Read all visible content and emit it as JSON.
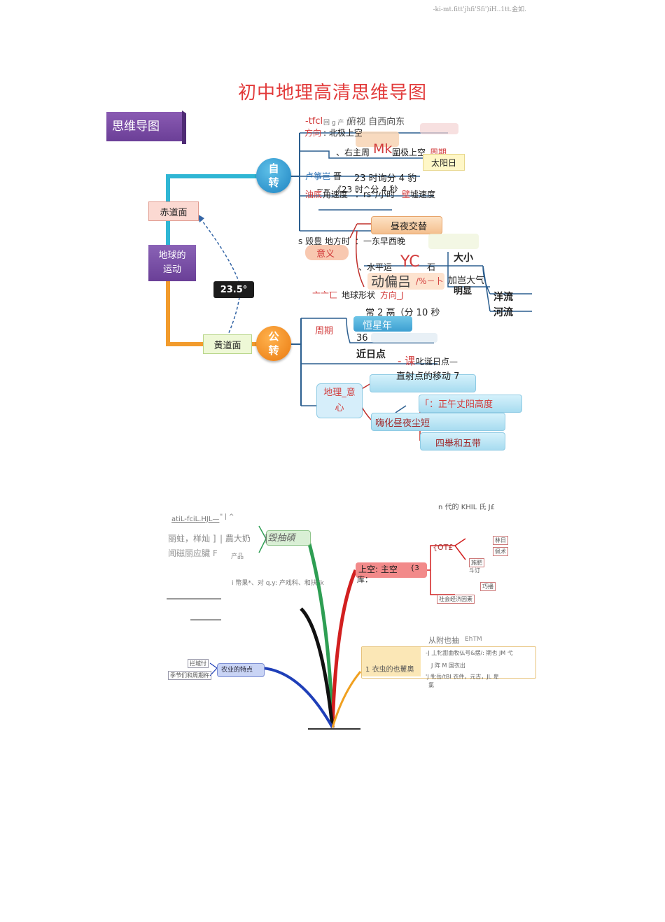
{
  "header": {
    "text": "-ki-mt.fitt'jhfi'Sfi')iH..1tt.金如."
  },
  "title": "初中地理高清思维导图",
  "badge": "思维导图",
  "map1": {
    "equator": "赤道面",
    "center": "地球的\n运动",
    "angle": "23.5°",
    "ecliptic": "黄道面",
    "rotation_node": "自\n转",
    "revolution_node": "公\n转",
    "rot": {
      "r1": "-tfcl",
      "r1b": "回 g 产 ]",
      "r1c": "俯视 自西向东",
      "r2a": "方向",
      "r2b": ": 北极上空",
      "r3a": "、右主周",
      "r3b": "Mk",
      "r3c": "圍极上空",
      "r3d": "周期",
      "r3e": "太阳日",
      "r4a": "卢箏岂",
      "r4b": "晋",
      "r4c": "23 时询分 4 豹",
      "r5": "~~ 《23 时^分 4 秒",
      "r6a": "油底",
      "r6b": "角速度",
      "r6c": "：rs°/小时",
      "r6d": "壁",
      "r6e": "墟速度",
      "r7a": "昼夜交替",
      "r7b": "s 毁豊",
      "r7c": "地方时",
      "r7d": "：一东早西晚",
      "r7e": "意义",
      "r8a": "大小",
      "r8b": "、水平运",
      "r8c": "YC",
      "r8d": "石",
      "r8e": "动偏吕",
      "r8f": "/%－卜",
      "r8g": "加岂大气",
      "r8h": "明显",
      "r8i": "洋流",
      "r8j": "河流",
      "r9a": "亠亠匸",
      "r9b": "地球形状",
      "r9c": "方向_J"
    },
    "rev": {
      "c1": "常 2 鬲（分 10 秒",
      "c2a": "周期",
      "c2b": "恒星年",
      "c3": "36",
      "c4": "近日点",
      "c5a": "- 课",
      "c5b": "叱诞日点—",
      "c6a": "直射点的移动 7",
      "c6b": "地理_意\n心",
      "c7": "「：正午丈阳高度",
      "c8": "嗨化昼夜尘短",
      "c9": "四舉和五带"
    }
  },
  "map2": {
    "top_label": "n 代的 KHIL 氏 J£",
    "l1": "atiL-fciL.HJL—",
    "l1b": "\" | ^",
    "l2": "丽蛀，样灿 ]",
    "l2b": "| 農大奶",
    "l2c": "|毁抽碩",
    "l3": "闻磁丽应臟 F",
    "l3b": "产品",
    "l4": "i 幣果*、对 q.y: 产戏科、和扶“k",
    "mid_a": "上空: 主空",
    "mid_b": "{3",
    "mid_c": "库：",
    "r_ot": "{OT£",
    "r_a": "林日",
    "r_b": "佩术",
    "r_c": "施肥",
    "r_d": "斗订",
    "r_e": "巧播",
    "r_f": "社会经济因素",
    "r_g": "从附也抽",
    "r_h": "EhTM",
    "box_label": "1 衣虫的也矍奧",
    "box_l1": "-J 丄牝甜曲牧仏号&摆/: 期也 JM 弋",
    "box_l2": "J 阵 M 国衣出",
    "box_l3": "'J 牝岳/tBI 衣件，元古，JL 卑",
    "box_l4": "氯",
    "agri_a": "拦城忖",
    "agri_b": "季节们和周期杵",
    "agri_c": "农业的特点"
  }
}
